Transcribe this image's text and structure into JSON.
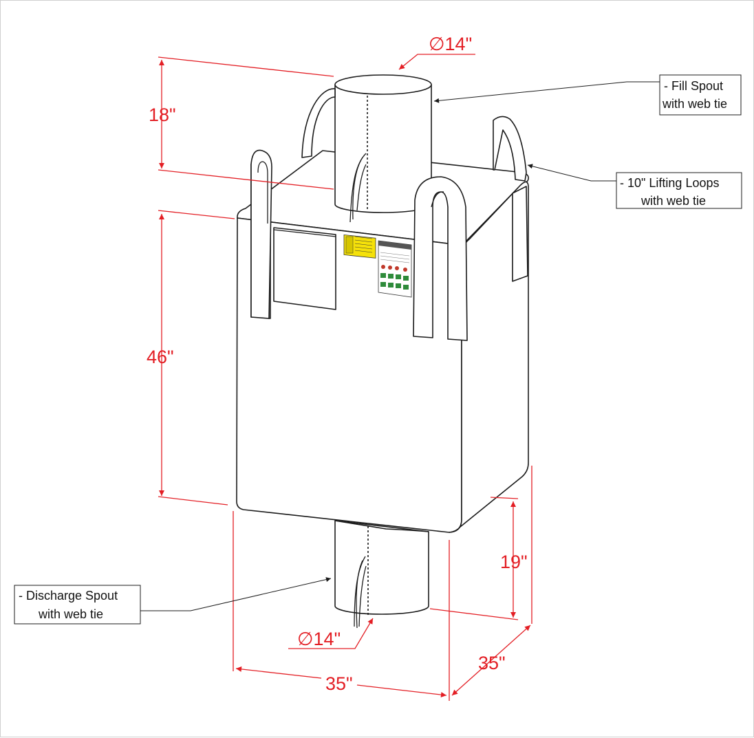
{
  "dimensions": {
    "fill_spout_diameter": "14\"",
    "fill_spout_height": "18\"",
    "bag_height": "46\"",
    "discharge_spout_height": "19\"",
    "discharge_spout_diameter": "14\"",
    "bag_width": "35\"",
    "bag_depth": "35\""
  },
  "diameter_symbol": "∅",
  "callouts": {
    "fill_spout": {
      "line1": "- Fill Spout",
      "line2": "with web tie"
    },
    "lifting_loops": {
      "line1": "- 10\" Lifting Loops",
      "line2": "with web tie"
    },
    "discharge_spout": {
      "line1": "- Discharge Spout",
      "line2": "with web tie"
    }
  },
  "colors": {
    "dimension": "#e31e24",
    "outline": "#1a1a1a",
    "warning_label": "#f5e10a"
  }
}
